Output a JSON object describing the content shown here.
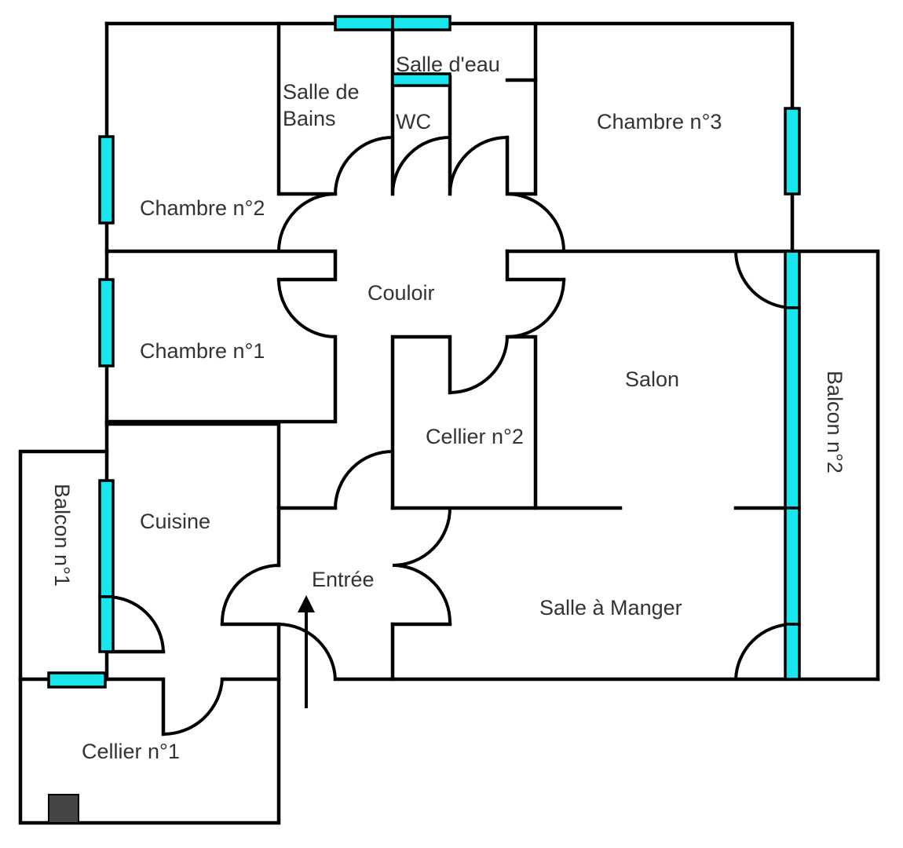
{
  "rooms": {
    "salle_de_bains_1": "Salle de",
    "salle_de_bains_2": "Bains",
    "salle_d_eau": "Salle d'eau",
    "wc": "WC",
    "chambre_3": "Chambre n°3",
    "chambre_2": "Chambre n°2",
    "couloir": "Couloir",
    "chambre_1": "Chambre n°1",
    "salon": "Salon",
    "cellier_2": "Cellier n°2",
    "balcon_2": "Balcon n°2",
    "cuisine": "Cuisine",
    "balcon_1": "Balcon n°1",
    "entree": "Entrée",
    "salle_a_manger": "Salle à Manger",
    "cellier_1": "Cellier n°1"
  },
  "colors": {
    "window": "#19e6ec",
    "wall": "#000000",
    "chimney": "#444444"
  },
  "icons": {
    "entrance": "arrow-up-icon"
  }
}
